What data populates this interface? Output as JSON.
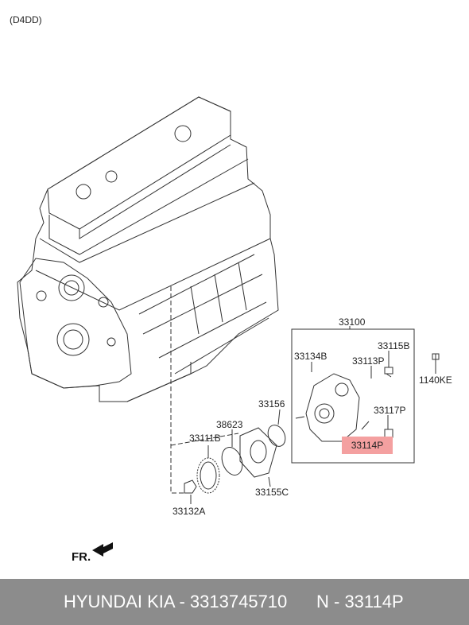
{
  "header": {
    "variant": "(D4DD)"
  },
  "labels": {
    "p33100": "33100",
    "p33134B": "33134B",
    "p33115B": "33115B",
    "p33113P": "33113P",
    "p1140KE": "1140KE",
    "p33156": "33156",
    "p33117P": "33117P",
    "p38623": "38623",
    "p33111B": "33111B",
    "p33114P": "33114P",
    "p33155C": "33155C",
    "p33132A": "33132A"
  },
  "direction": {
    "label": "FR."
  },
  "footer": {
    "part_info": "HYUNDAI  KIA - 3313745710",
    "part_number": "N - 33114P"
  },
  "colors": {
    "highlight": "#f4a0a0",
    "footer_bg": "#8c8c8c",
    "line": "#333333"
  }
}
